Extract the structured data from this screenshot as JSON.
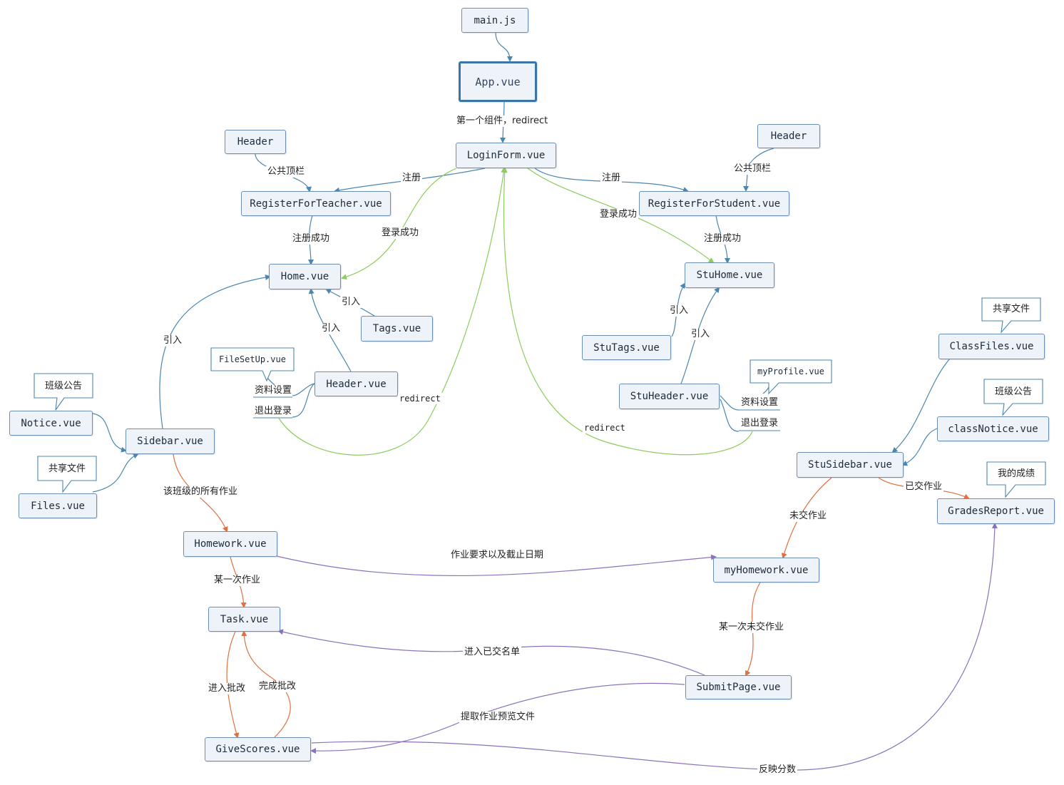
{
  "nodes": {
    "main_js": "main.js",
    "app_vue": "App.vue",
    "loginform_vue": "LoginForm.vue",
    "header_left": "Header",
    "header_right": "Header",
    "register_teacher": "RegisterForTeacher.vue",
    "register_student": "RegisterForStudent.vue",
    "home_vue": "Home.vue",
    "stuhome_vue": "StuHome.vue",
    "tags_vue": "Tags.vue",
    "stutags_vue": "StuTags.vue",
    "header_vue": "Header.vue",
    "stuheader_vue": "StuHeader.vue",
    "filesetup_vue": "FileSetUp.vue",
    "myprofile_vue": "myProfile.vue",
    "notice_vue": "Notice.vue",
    "files_vue": "Files.vue",
    "sidebar_vue": "Sidebar.vue",
    "classfiles_vue": "ClassFiles.vue",
    "classnotice_vue": "classNotice.vue",
    "stusidebar_vue": "StuSidebar.vue",
    "gradesreport_vue": "GradesReport.vue",
    "homework_vue": "Homework.vue",
    "myhomework_vue": "myHomework.vue",
    "task_vue": "Task.vue",
    "submitpage_vue": "SubmitPage.vue",
    "givescores_vue": "GiveScores.vue"
  },
  "callouts": {
    "notice_callout": "班级公告",
    "files_callout": "共享文件",
    "classfiles_callout": "共享文件",
    "classnotice_callout": "班级公告",
    "grades_callout": "我的成绩"
  },
  "labels": {
    "first_component": "第一个组件，redirect",
    "public_topbar_left": "公共顶栏",
    "public_topbar_right": "公共顶栏",
    "register_left": "注册",
    "register_right": "注册",
    "login_success_left": "登录成功",
    "login_success_right": "登录成功",
    "register_success_left": "注册成功",
    "register_success_right": "注册成功",
    "import_tags": "引入",
    "import_header": "引入",
    "import_sidebar": "引入",
    "import_stutags": "引入",
    "import_stuheader": "引入",
    "profile_settings_left": "资料设置",
    "logout_left": "退出登录",
    "profile_settings_right": "资料设置",
    "logout_right": "退出登录",
    "redirect_left": "redirect",
    "redirect_right": "redirect",
    "all_homework": "该班级的所有作业",
    "homework_requirements": "作业要求以及截止日期",
    "unsubmitted": "未交作业",
    "submitted": "已交作业",
    "one_homework": "某一次作业",
    "one_unsubmitted": "某一次未交作业",
    "enter_submitted_list": "进入已交名单",
    "enter_grading": "进入批改",
    "finish_grading": "完成批改",
    "extract_preview": "提取作业预览文件",
    "reflect_scores": "反映分数"
  },
  "colors": {
    "blue_edge": "#4a86b0",
    "green_edge": "#8ccc5c",
    "orange_edge": "#e07040",
    "purple_edge": "#8a72bc",
    "node_fill": "#eef3fa",
    "node_border": "#6d8fb3"
  }
}
